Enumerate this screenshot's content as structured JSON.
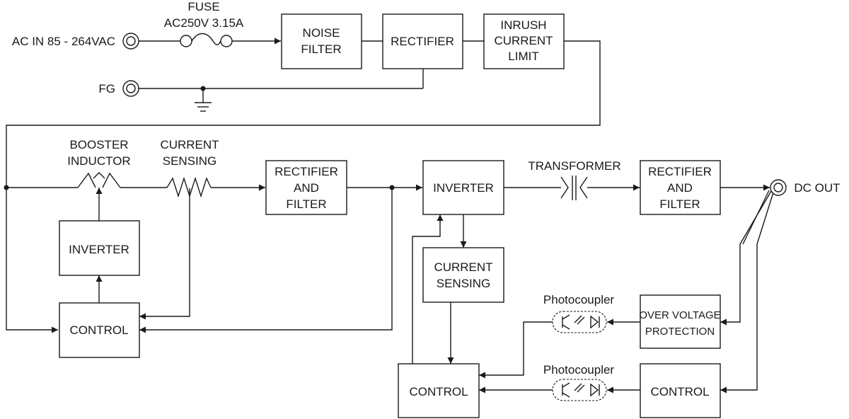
{
  "labels": {
    "ac_in": "AC IN 85 - 264VAC",
    "fuse_title": "FUSE",
    "fuse_rating": "AC250V 3.15A",
    "fg": "FG",
    "booster_1": "BOOSTER",
    "booster_2": "INDUCTOR",
    "current_sensing_1": "CURRENT",
    "current_sensing_2": "SENSING",
    "transformer": "TRANSFORMER",
    "photocoupler_upper": "Photocoupler",
    "photocoupler_lower": "Photocoupler",
    "dc_out": "DC OUT"
  },
  "blocks": {
    "noise_filter": [
      "NOISE",
      "FILTER"
    ],
    "rectifier_top": [
      "RECTIFIER"
    ],
    "inrush": [
      "INRUSH",
      "CURRENT",
      "LIMIT"
    ],
    "inverter_left": [
      "INVERTER"
    ],
    "control_left": [
      "CONTROL"
    ],
    "rectifier_filter_mid": [
      "RECTIFIER",
      "AND",
      "FILTER"
    ],
    "inverter_main": [
      "INVERTER"
    ],
    "current_sensing_box": [
      "CURRENT",
      "SENSING"
    ],
    "control_bottom": [
      "CONTROL"
    ],
    "rectifier_filter_out": [
      "RECTIFIER",
      "AND",
      "FILTER"
    ],
    "over_voltage": [
      "OVER VOLTAGE",
      "PROTECTION"
    ],
    "control_right": [
      "CONTROL"
    ]
  }
}
